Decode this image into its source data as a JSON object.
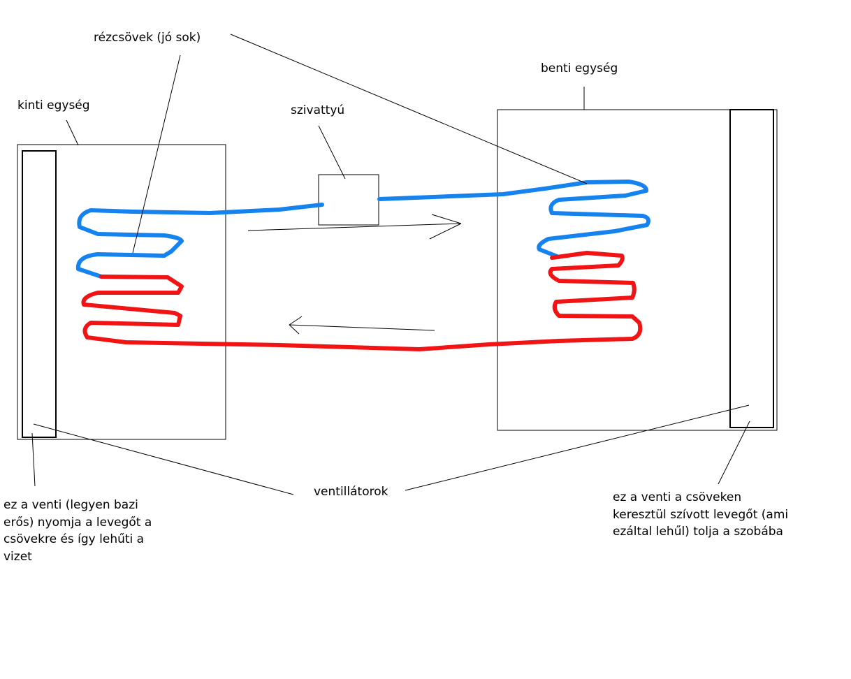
{
  "labels": {
    "copper_pipes": "rézcsövek (jó sok)",
    "outdoor_unit": "kinti egység",
    "pump": "szivattyú",
    "indoor_unit": "benti egység",
    "fans": "ventillátorok"
  },
  "notes": {
    "left_fan": "ez a venti (legyen bazi\nerős) nyomja a levegőt a\ncsövekre és így lehűti a\nvizet",
    "right_fan": "ez a venti a csöveken\nkeresztül szívott levegőt (ami\nezáltal lehűl) tolja a szobába"
  },
  "colors": {
    "cold_pipe": "#1583EF",
    "hot_pipe": "#F21414",
    "outline": "#000000",
    "background": "#FFFFFF"
  },
  "flow": {
    "top_arrow": "right",
    "bottom_arrow": "left"
  }
}
